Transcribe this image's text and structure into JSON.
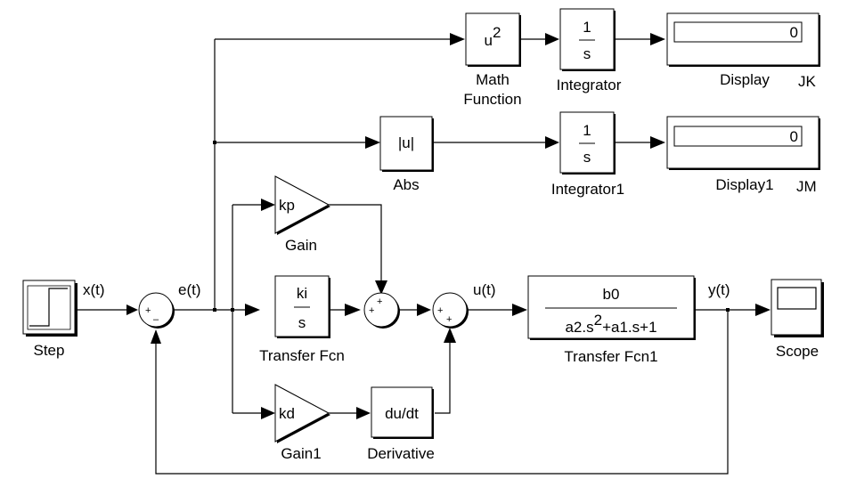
{
  "blocks": {
    "step": {
      "label": "Step"
    },
    "sum1": {
      "signs": [
        "+",
        "–"
      ]
    },
    "gain": {
      "text": "kp",
      "label": "Gain"
    },
    "transfer_fcn": {
      "num": "ki",
      "den": "s",
      "label": "Transfer Fcn"
    },
    "gain1": {
      "text": "kd",
      "label": "Gain1"
    },
    "derivative": {
      "text": "du/dt",
      "label": "Derivative"
    },
    "sum2": {
      "signs": [
        "+",
        "+"
      ]
    },
    "sum3": {
      "signs": [
        "+",
        "+"
      ]
    },
    "transfer_fcn1": {
      "num": "b0",
      "den_a": "a2.s",
      "den_exp": "2",
      "den_b": "+a1.s+1",
      "label": "Transfer Fcn1"
    },
    "scope": {
      "label": "Scope"
    },
    "math_function": {
      "base": "u",
      "exp": "2",
      "label_line1": "Math",
      "label_line2": "Function"
    },
    "abs": {
      "text": "|u|",
      "label": "Abs"
    },
    "integrator": {
      "num": "1",
      "den": "s",
      "label": "Integrator"
    },
    "integrator1": {
      "num": "1",
      "den": "s",
      "label": "Integrator1"
    },
    "display": {
      "value": "0",
      "label": "Display",
      "tag": "JK"
    },
    "display1": {
      "value": "0",
      "label": "Display1",
      "tag": "JM"
    }
  },
  "signals": {
    "x": "x(t)",
    "e": "e(t)",
    "u": "u(t)",
    "y": "y(t)"
  }
}
